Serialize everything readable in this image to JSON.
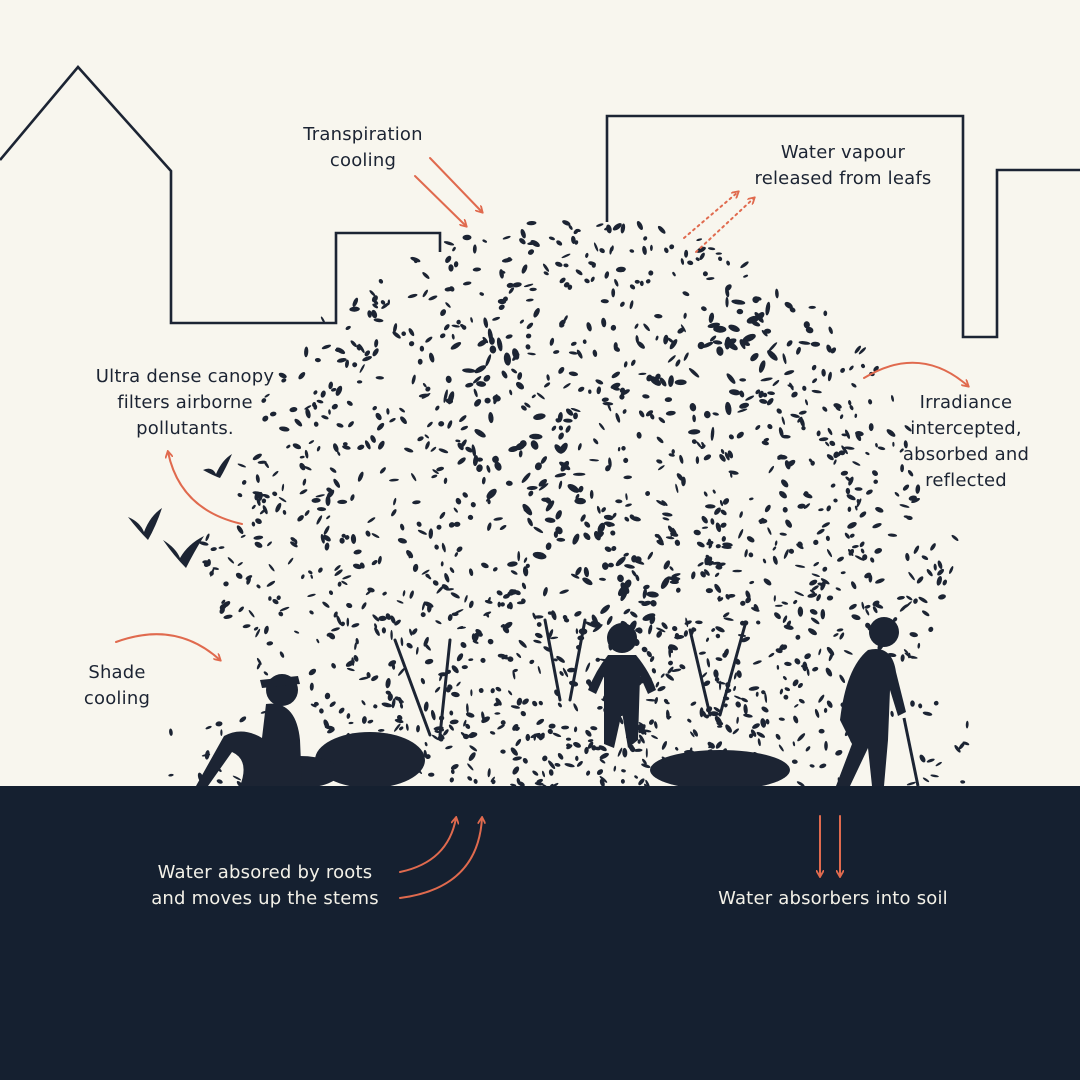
{
  "labels": {
    "transpiration": [
      "Transpiration",
      "cooling"
    ],
    "vapour": [
      "Water vapour",
      "released from leafs"
    ],
    "canopy": [
      "Ultra dense canopy",
      "filters airborne",
      "pollutants."
    ],
    "irradiance": [
      "Irradiance",
      "intercepted,",
      "absorbed and",
      "reflected"
    ],
    "shade": [
      "Shade",
      "cooling"
    ],
    "roots": [
      "Water absored by roots",
      "and moves up the stems"
    ],
    "soil": [
      "Water absorbers into soil"
    ]
  },
  "colors": {
    "background": "#f8f6ee",
    "ink": "#1c2433",
    "ground": "#152030",
    "accent": "#e06a4e",
    "light_text": "#f3f1e8"
  },
  "icons": [
    "house-outline",
    "building-outline",
    "tree-canopy",
    "bird-icon",
    "person-sitting-icon",
    "child-standing-icon",
    "elder-with-cane-icon"
  ]
}
